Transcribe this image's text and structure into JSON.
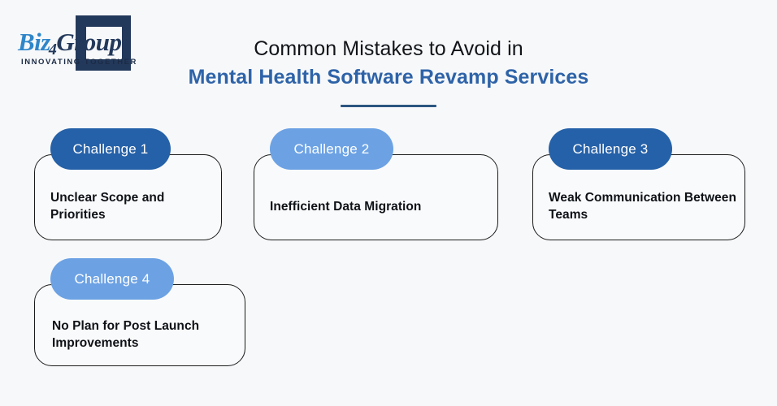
{
  "brand": {
    "name_part1": "Biz",
    "name_digit": "4",
    "name_part2": "Group",
    "tagline": "INNOVATING TOGETHER",
    "primary_color": "#2561a8",
    "secondary_color": "#6ca2e4",
    "navy_color": "#23395b",
    "logo_blue": "#2f86c9"
  },
  "heading": {
    "line1": "Common Mistakes to Avoid in",
    "line2": "Mental Health Software Revamp Services",
    "rule_color": "#2b5580"
  },
  "cards": [
    {
      "badge": "Challenge 1",
      "badge_color": "#2561a8",
      "title": "Unclear Scope and Priorities"
    },
    {
      "badge": "Challenge 2",
      "badge_color": "#6ca2e4",
      "title": "Inefficient Data Migration"
    },
    {
      "badge": "Challenge 3",
      "badge_color": "#2561a8",
      "title": "Weak Communication Between Teams"
    },
    {
      "badge": "Challenge 4",
      "badge_color": "#6ca2e4",
      "title": "No Plan for Post Launch Improvements"
    }
  ],
  "background_color": "#f7f8fa"
}
